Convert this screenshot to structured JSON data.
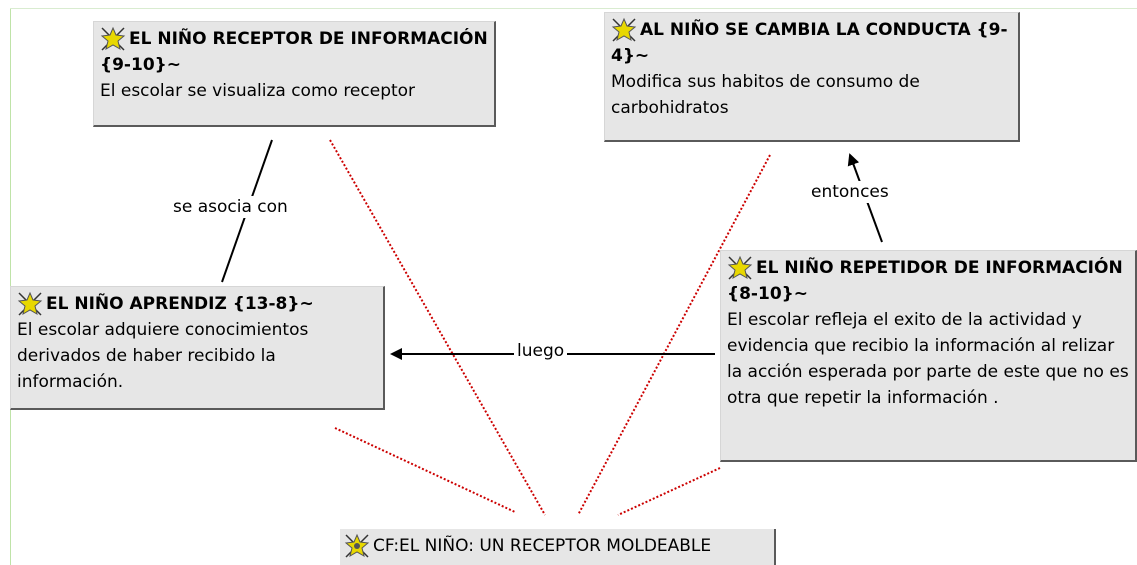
{
  "nodes": {
    "receptor": {
      "title": "EL NIÑO RECEPTOR DE INFORMACIÓN {9-10}~",
      "desc": "El escolar se visualiza como receptor"
    },
    "conducta": {
      "title": "AL NIÑO SE CAMBIA LA CONDUCTA {9-4}~",
      "desc": "Modifica sus habitos de consumo de carbohidratos"
    },
    "aprendiz": {
      "title": "EL NIÑO APRENDIZ {13-8}~",
      "desc": "El escolar adquiere conocimientos derivados de haber recibido la información."
    },
    "repetidor": {
      "title": "EL NIÑO REPETIDOR DE INFORMACIÓN {8-10}~",
      "desc": "El escolar refleja el exito de la actividad y evidencia que recibio la información al relizar la acción esperada por parte de este que no es otra que repetir la información ."
    }
  },
  "root": {
    "label": "CF:EL NIÑO: UN RECEPTOR MOLDEABLE"
  },
  "links": {
    "asocia": "se asocia con",
    "entonces": "entonces",
    "luego": "luego"
  },
  "colors": {
    "node_bg": "#e6e6e6",
    "relation_line": "#cc0000",
    "icon": "#e8d800"
  },
  "icons": {
    "node": "concept-icon",
    "root": "root-concept-icon"
  }
}
